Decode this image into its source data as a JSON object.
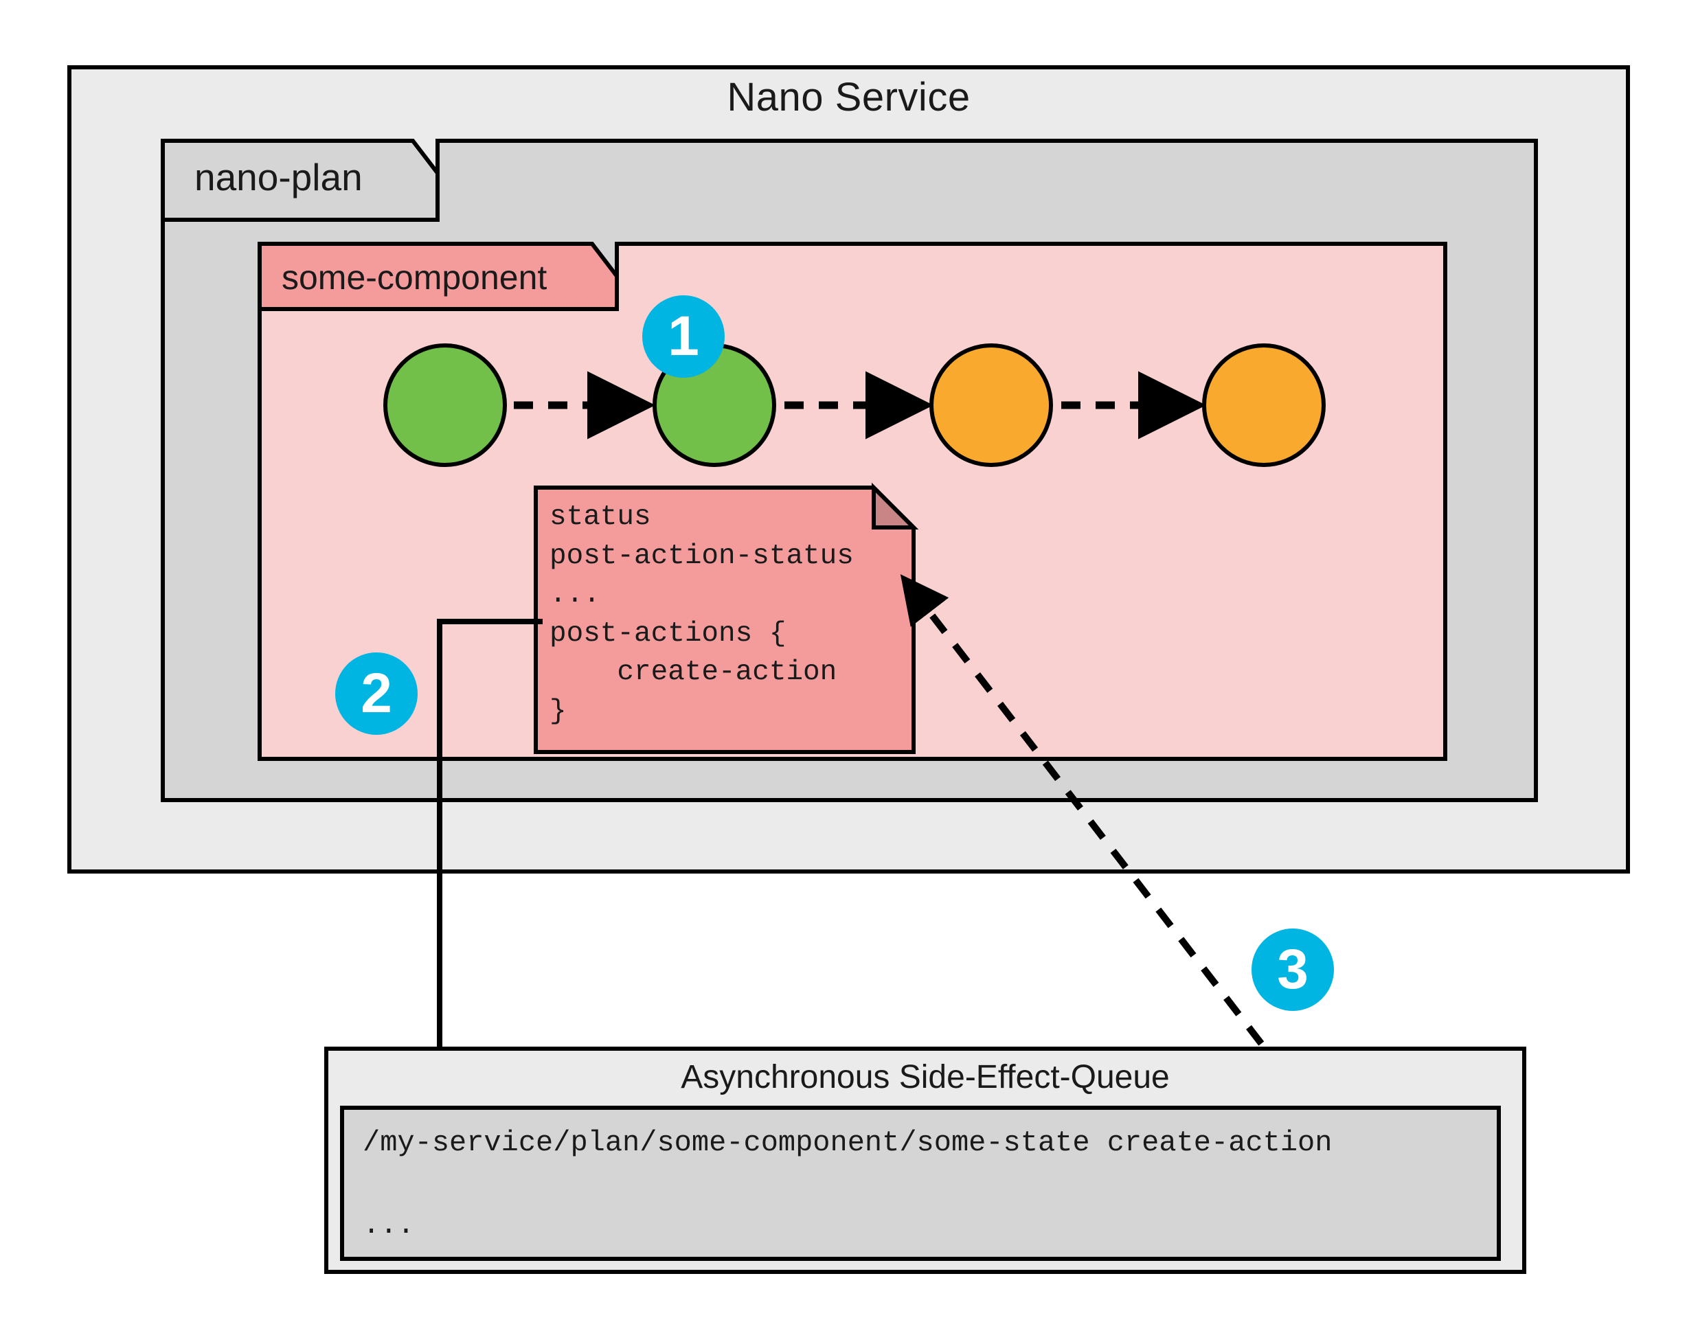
{
  "diagram": {
    "title": "Nano Service",
    "colors": {
      "service_bg": "#ebebeb",
      "plan_bg": "#d5d5d5",
      "component_bg": "#fad1d1",
      "component_tab_bg": "#f49c9c",
      "note_bg": "#f49c9c",
      "badge": "#00b5e2",
      "node_green": "#72bf49",
      "node_orange": "#f9a92e",
      "stroke": "#000000",
      "queue_inner_bg": "#d5d5d5"
    }
  },
  "service": {
    "title": "Nano Service"
  },
  "plan": {
    "tab_label": "nano-plan"
  },
  "component": {
    "tab_label": "some-component",
    "nodes": [
      {
        "id": "state-1",
        "color": "#72bf49",
        "status": "done"
      },
      {
        "id": "state-2",
        "color": "#72bf49",
        "status": "done"
      },
      {
        "id": "state-3",
        "color": "#f9a92e",
        "status": "pending"
      },
      {
        "id": "state-4",
        "color": "#f9a92e",
        "status": "pending"
      }
    ]
  },
  "note": {
    "lines": [
      "status",
      "post-action-status",
      "...",
      "post-actions {",
      "    create-action",
      "}"
    ],
    "text": "status\npost-action-status\n...\npost-actions {\n    create-action\n}"
  },
  "badges": [
    {
      "number": "1"
    },
    {
      "number": "2"
    },
    {
      "number": "3"
    }
  ],
  "queue": {
    "title": "Asynchronous Side-Effect-Queue",
    "entries": [
      "/my-service/plan/some-component/some-state create-action",
      "..."
    ]
  }
}
